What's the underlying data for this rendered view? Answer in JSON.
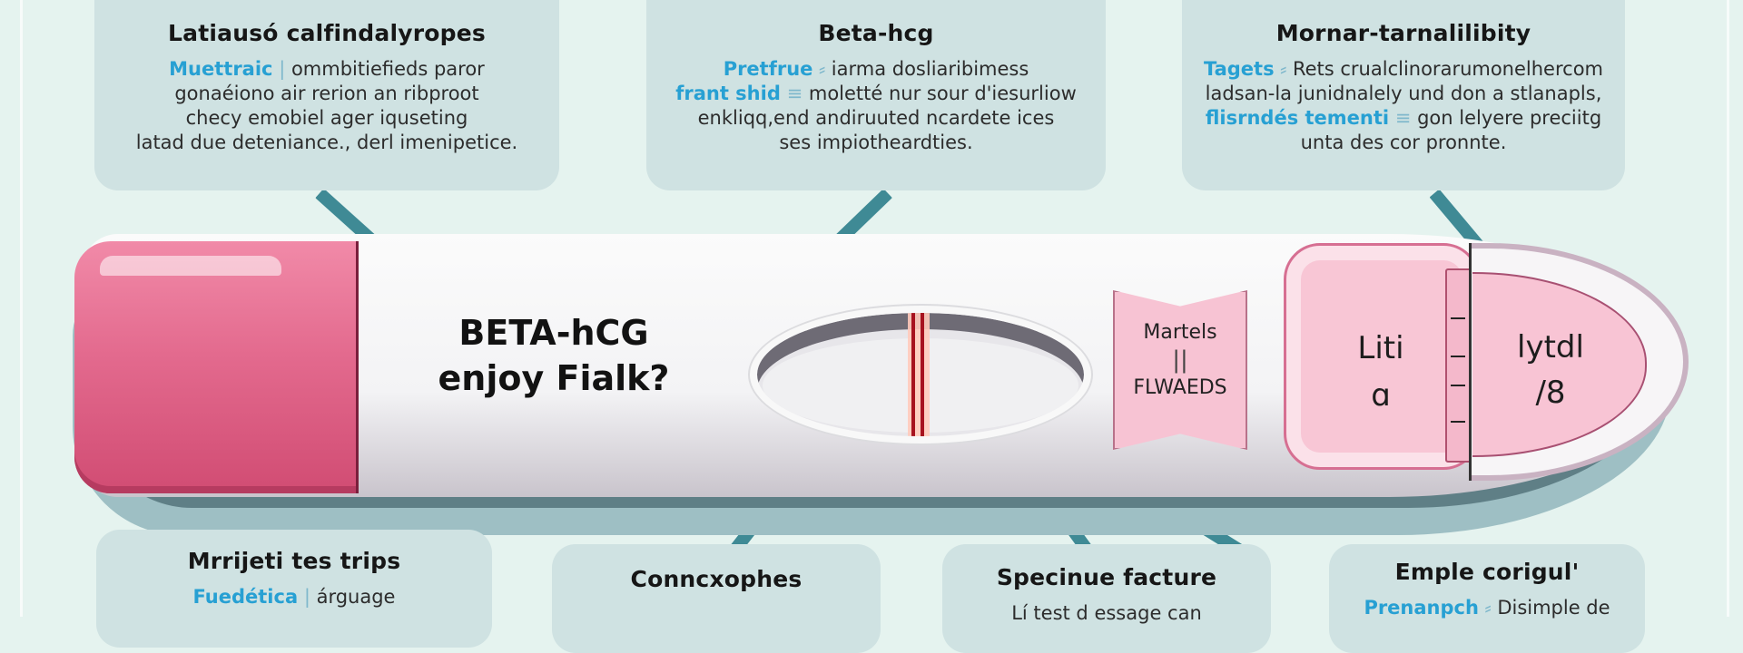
{
  "colors": {
    "background": "#e5f3ef",
    "callout_bg": "#cfe2e2",
    "connector": "#3f8a95",
    "highlight_text": "#27a0d3",
    "cap_pink": "#e36a8e",
    "light_pink": "#f8c4d4",
    "test_line": "#a7121f"
  },
  "callouts_top": [
    {
      "title": "Latiausó calfindalyropes",
      "lines": [
        {
          "hl": "Muettraic",
          "sep": "|",
          "text": "ommbitiefieds paror"
        },
        {
          "text": "gonaéiono air rerion an ribproot"
        },
        {
          "text": "checy emobiel ager iquseting"
        },
        {
          "text": "latad due deteniance., derl imenipetice."
        }
      ]
    },
    {
      "title": "Beta-hcg",
      "lines": [
        {
          "hl": "Pretfrue",
          "sep": "⸗",
          "text": "iarma dosliaribimess"
        },
        {
          "hl": "frant shid",
          "sep": "≡",
          "text": "moletté nur sour d'iesurliow"
        },
        {
          "text": "enkliqq,end andiruuted ncardete ices"
        },
        {
          "text": "ses impiotheardties."
        }
      ]
    },
    {
      "title": "Mornar-tarnalilibity",
      "lines": [
        {
          "hl": "Tagets",
          "sep": "⸗",
          "text": "Rets crualclinorarumonelhercom"
        },
        {
          "text": "ladsan-la junidnalely und don a stlanapls,"
        },
        {
          "hl": "flisrndés tementi",
          "sep": "≡",
          "text": "gon lelyere preciitg"
        },
        {
          "text": "unta des cor pronnte."
        }
      ]
    }
  ],
  "callouts_bottom": [
    {
      "title": "Mrrijeti tes trips",
      "lines": [
        {
          "hl": "Fuedética",
          "sep": "|",
          "text": "árguage"
        }
      ]
    },
    {
      "title": "Conncxophes",
      "lines": [
        {
          "text": ""
        }
      ]
    },
    {
      "title": "Specinue facture",
      "lines": [
        {
          "text": "Lí test d essage can"
        }
      ]
    },
    {
      "title": "Emple corigul'",
      "lines": [
        {
          "hl": "Prenanpch",
          "sep": "⸗",
          "text": "Disimple de"
        }
      ]
    }
  ],
  "device": {
    "label_line1": "BETA-hCG",
    "label_line2": "enjoy Fialk?",
    "banner_top": "Martels",
    "banner_mid": "||",
    "banner_bottom": "FLWAEDS",
    "grip_line1": "Liti",
    "grip_line2": "ɑ",
    "tip_line1": "lytdl",
    "tip_line2": "/8"
  }
}
